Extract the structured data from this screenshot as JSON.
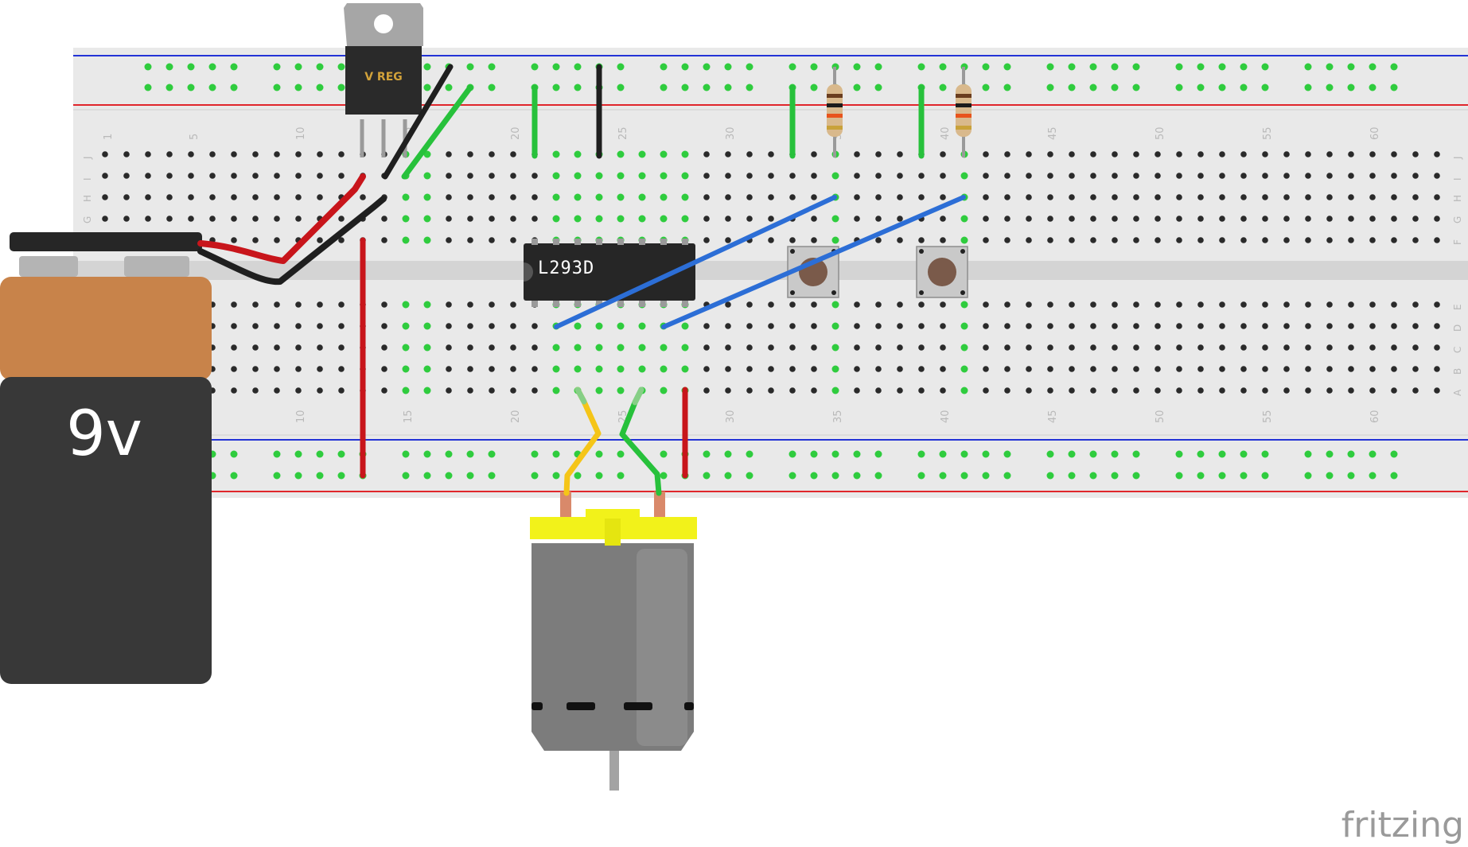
{
  "breadboard": {
    "top_numbers": [
      "1",
      "5",
      "10",
      "15",
      "20",
      "25",
      "30",
      "35",
      "40",
      "45",
      "50",
      "55",
      "60"
    ],
    "bottom_numbers": [
      "10",
      "15",
      "20",
      "25",
      "30",
      "35",
      "40",
      "45",
      "50",
      "55",
      "60"
    ],
    "row_letters_top": [
      "J",
      "I",
      "H",
      "G",
      "F"
    ],
    "row_letters_bottom": [
      "E",
      "D",
      "C",
      "B",
      "A"
    ]
  },
  "components": {
    "voltage_regulator_label": "V REG",
    "motor_driver_label": "L293D",
    "battery_label": "9v"
  },
  "branding": {
    "logo": "fritzing"
  },
  "colors": {
    "breadboard": "#e9e9e9",
    "channel": "#d4d4d4",
    "hole": "#2a2a2a",
    "active_hole": "#2fcc3e",
    "rail_red": "#e0262b",
    "rail_blue": "#2333d6",
    "wire_red": "#c8151b",
    "wire_black": "#1f1f1f",
    "wire_green": "#27c13b",
    "wire_blue": "#2c6ed6",
    "wire_yellow": "#f5c518",
    "battery_top": "#c8834a",
    "battery_body": "#383838",
    "motor_cap": "#f2f21a",
    "motor_body": "#7c7c7c"
  }
}
